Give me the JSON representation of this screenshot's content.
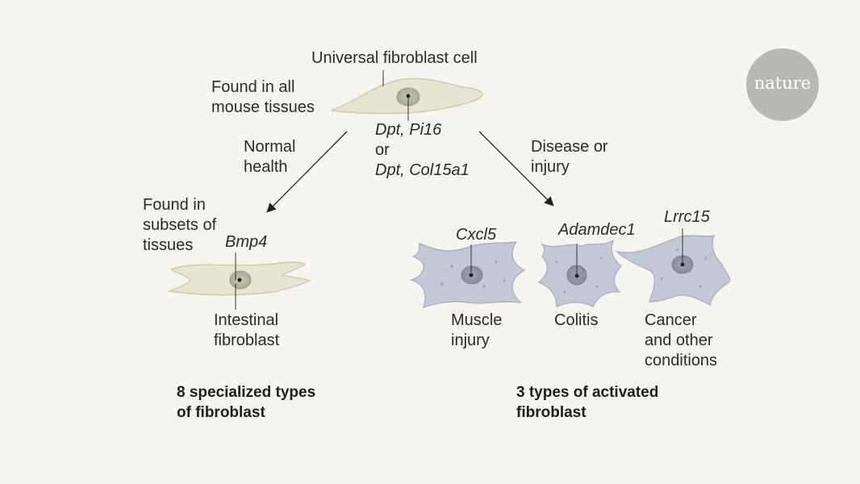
{
  "top": {
    "title": "Universal fibroblast cell",
    "location": "Found in all\nmouse tissues",
    "markers_line1": "Dpt, Pi16",
    "markers_or": "or",
    "markers_line2": "Dpt, Col15a1"
  },
  "arrows": {
    "left_label": "Normal\nhealth",
    "right_label": "Disease or\ninjury"
  },
  "left_branch": {
    "location": "Found in\nsubsets of\ntissues",
    "marker": "Bmp4",
    "cell_label": "Intestinal\nfibroblast",
    "summary": "8 specialized types\nof fibroblast"
  },
  "right_branch": {
    "cells": [
      {
        "marker": "Cxcl5",
        "label": "Muscle\ninjury"
      },
      {
        "marker": "Adamdec1",
        "label": "Colitis"
      },
      {
        "marker": "Lrrc15",
        "label": "Cancer\nand other\nconditions"
      }
    ],
    "summary": "3 types of activated\nfibroblast"
  },
  "logo": {
    "text": "nature",
    "color": "#b9b7b2"
  },
  "colors": {
    "healthy_cell": "#e6e3cf",
    "activated_cell": "#c4c8d6",
    "background": "#f6f4ee"
  }
}
